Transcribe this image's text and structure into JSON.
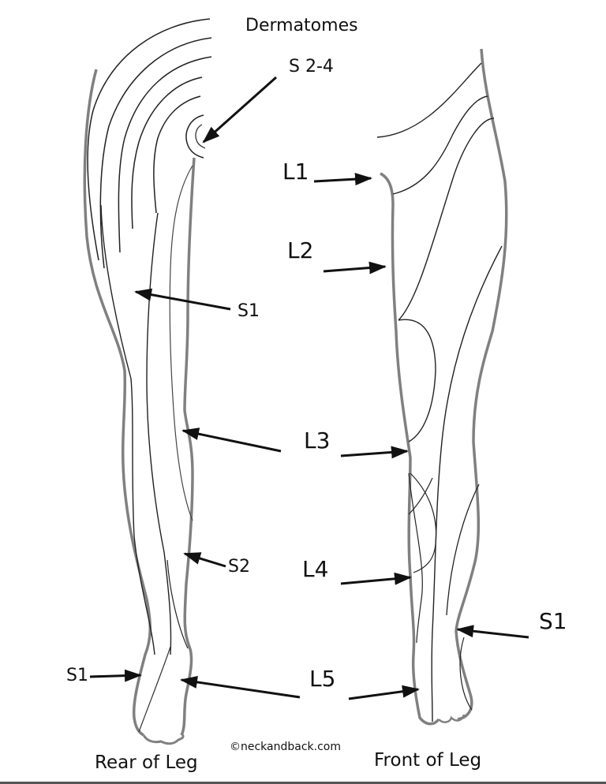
{
  "title": "Dermatomes",
  "copyright": "©neckandback.com",
  "captions": {
    "rear": "Rear of Leg",
    "front": "Front of Leg"
  },
  "labels": {
    "s2_4": "S 2-4",
    "l1": "L1",
    "l2": "L2",
    "s1_rear_thigh": "S1",
    "l3": "L3",
    "s2": "S2",
    "l4": "L4",
    "s1_front": "S1",
    "s1_rear_foot": "S1",
    "l5": "L5"
  },
  "colors": {
    "outline": "#808080",
    "line": "#111111",
    "background": "#ffffff"
  }
}
